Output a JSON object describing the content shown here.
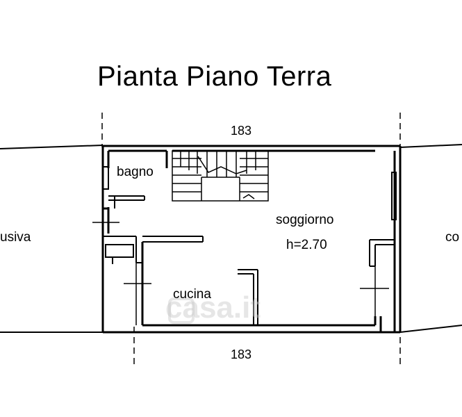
{
  "title": "Pianta Piano Terra",
  "dimensions": {
    "top": "183",
    "bottom": "183"
  },
  "rooms": {
    "bagno": "bagno",
    "soggiorno": "soggiorno",
    "height": "h=2.70",
    "cucina": "cucina",
    "left_neighbor": "usiva",
    "right_neighbor": "co"
  },
  "watermark": "casa.it",
  "colors": {
    "lines": "#000000",
    "watermark": "#c8c8c8"
  }
}
